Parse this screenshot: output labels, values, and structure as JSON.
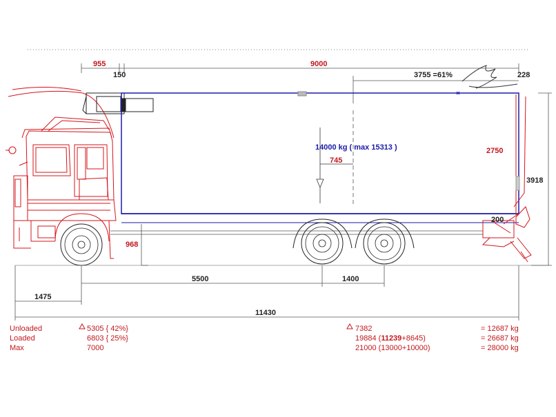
{
  "dimensions": {
    "front_overhang_cab": "955",
    "cab_gap": "150",
    "body_length": "9000",
    "load_centre": "3755 =61%",
    "rear_clearance": "228",
    "body_height": "2750",
    "total_height": "3918",
    "load_offset": "745",
    "liftgate": "200",
    "frame_height": "968",
    "wheelbase": "5500",
    "tandem_spacing": "1400",
    "front_overhang": "1475",
    "overall_length": "11430"
  },
  "payload": "14000 kg ( max 15313 )",
  "table": {
    "rows": [
      {
        "label": "Unloaded",
        "front": "5305 { 42%}",
        "rear": "7382",
        "rear_bold": "",
        "rear_tail": "",
        "total": "=  12687 kg"
      },
      {
        "label": "Loaded",
        "front": "6803 { 25%}",
        "rear": "19884 (",
        "rear_bold": "11239",
        "rear_tail": "+8645)",
        "total": "=  26687 kg"
      },
      {
        "label": "Max",
        "front": "7000",
        "rear": "21000 (13000+10000)",
        "rear_bold": "",
        "rear_tail": "",
        "total": "=  28000 kg"
      }
    ]
  },
  "colors": {
    "red": "#c0181c",
    "blue": "#1a1aa8",
    "grey": "#555555"
  }
}
